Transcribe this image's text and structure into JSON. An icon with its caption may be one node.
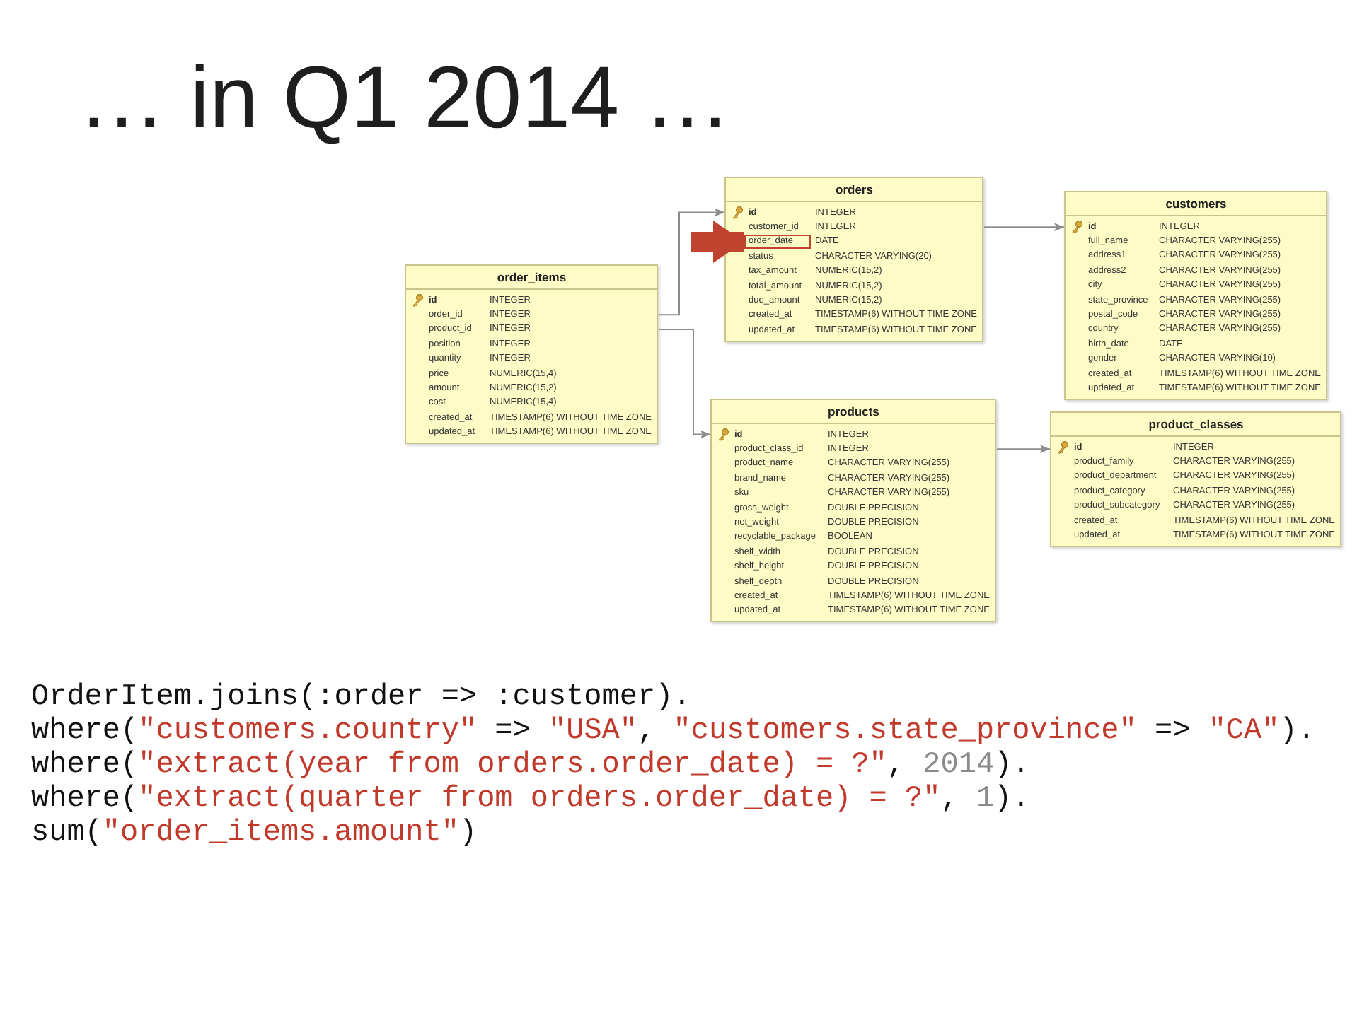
{
  "diagram": {
    "title": "… in Q1 2014 …",
    "nodes": [
      {
        "text": [
          "orders",
          "id",
          "INTEGER",
          "customer_id",
          "INTEGER",
          "DATE",
          "status",
          "CHARACTER VARYING(20)",
          "tax_amount",
          "NUMERIC(15,2)",
          "total_amount",
          "NUMERIC(15,2)",
          "due_amount",
          "NUMERIC(15,2)",
          "created_at",
          "TIMESTAMP(6) WITHOUT TIME ZONE",
          "updated_at",
          "TIMESTAMP(6) WITHOUT TIME ZONE"
        ]
      },
      {
        "text": [
          "customers",
          "id",
          "INTEGER",
          "full_name",
          "CHARACTER VARYING(255)",
          "address1",
          "CHARACTER VARYING(255)",
          "address2",
          "CHARACTER VARYING(255)",
          "city",
          "CHARACTER VARYING(255)",
          "state_province",
          "CHARACTER VARYING(255)",
          "postal_code",
          "CHARACTER VARYING(255)",
          "country",
          "CHARACTER VARYING(255)",
          "birth_date",
          "DATE",
          "gender",
          "CHARACTER VARYING(10)",
          "created_at",
          "TIMESTAMP(6) WITHOUT TIME ZONE",
          "updated_at",
          "TIMESTAMP(6) WITHOUT TIME ZONE"
        ]
      },
      {
        "text": [
          "order_items",
          "id",
          "INTEGER",
          "order_id",
          "INTEGER",
          "product_id",
          "INTEGER",
          "position",
          "INTEGER",
          "quantity",
          "INTEGER",
          "price",
          "NUMERIC(15,4)",
          "amount",
          "NUMERIC(15,2)",
          "cost",
          "NUMERIC(15,4)",
          "created_at",
          "TIMESTAMP(6) WITHOUT TIME ZONE",
          "updated_at",
          "TIMESTAMP(6) WITHOUT TIME ZONE"
        ]
      },
      {
        "text": [
          "products",
          "id",
          "INTEGER",
          "product_class_id",
          "INTEGER",
          "product_name",
          "CHARACTER VARYING(255)",
          "brand_name",
          "CHARACTER VARYING(255)",
          "sku",
          "CHARACTER VARYING(255)",
          "gross_weight",
          "DOUBLE PRECISION",
          "net_weight",
          "DOUBLE PRECISION",
          "recyclable_package",
          "BOOLEAN",
          "shelf_width",
          "DOUBLE PRECISION",
          "shelf_height",
          "DOUBLE PRECISION",
          "shelf_depth",
          "DOUBLE PRECISION",
          "created_at",
          "TIMESTAMP(6) WITHOUT TIME ZONE",
          "updated_at",
          "TIMESTAMP(6) WITHOUT TIME ZONE"
        ]
      },
      {
        "text": [
          "product_classes",
          "id",
          "INTEGER",
          "product_family",
          "CHARACTER VARYING(255)",
          "product_department",
          "CHARACTER VARYING(255)",
          "product_category",
          "CHARACTER VARYING(255)",
          "product_subcategory",
          "CHARACTER VARYING(255)",
          "created_at",
          "TIMESTAMP(6) WITHOUT TIME ZONE",
          "updated_at",
          "TIMESTAMP(6) WITHOUT TIME ZONE"
        ]
      },
      {
        "text": [
          "order_date"
        ],
        "in": 0
      }
    ],
    "edges": [
      {
        "from": 2,
        "to": 0,
        "arrow": "to"
      },
      {
        "from": 2,
        "to": 3,
        "arrow": "to"
      },
      {
        "from": 0,
        "to": 1,
        "arrow": "to"
      },
      {
        "from": 3,
        "to": 4,
        "arrow": "to"
      },
      {
        "from": null,
        "to": 5,
        "arrow": "to",
        "style": "thick",
        "color": "#c0432f"
      }
    ],
    "labels": [
      "OrderItem.joins(:order => :customer).",
      "where(\"customers.country\" => \"USA\", \"customers.state_province\" => \"CA\").",
      "where(\"extract(year from orders.order_date) = ?\", 2014).",
      "where(\"extract(quarter from orders.order_date) = ?\", 1).",
      "sum(\"order_items.amount\")"
    ]
  }
}
